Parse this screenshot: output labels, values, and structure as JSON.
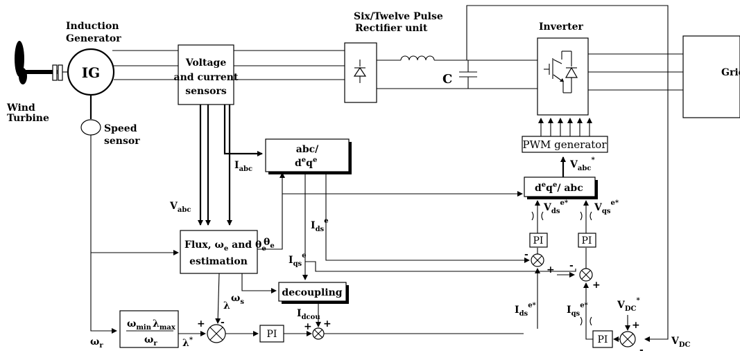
{
  "diagram": {
    "generator": {
      "label": "IG",
      "title_line1": "Induction",
      "title_line2": "Generator"
    },
    "turbine": {
      "line1": "Wind",
      "line2": "Turbine"
    },
    "speed_sensor": {
      "line1": "Speed",
      "line2": "sensor"
    },
    "sensors": {
      "line1": "Voltage",
      "line2": "and current",
      "line3": "sensors"
    },
    "rectifier": {
      "line1": "Six/Twelve Pulse",
      "line2": "Rectifier unit"
    },
    "capacitor": {
      "label": "C"
    },
    "inverter": {
      "label": "Inverter"
    },
    "grid": {
      "label": "Grid"
    },
    "pwm": {
      "label": "PWM generator"
    },
    "abc_dq": {
      "line1": "abc/",
      "line2": "d",
      "sup1": "e",
      "mid": "q",
      "sup2": "e"
    },
    "dq_abc": {
      "d": "d",
      "sup1": "e",
      "q": "q",
      "sup2": "e",
      "rest": "/ abc"
    },
    "flux": {
      "line1_a": "Flux, ω",
      "line1_sub": "e",
      "line1_b": " and θ",
      "line1_sub2": "e",
      "line2": "estimation"
    },
    "decoupling": {
      "label": "decoupling"
    },
    "pi": {
      "label": "PI"
    },
    "func": {
      "num_a": "ω",
      "num_a_sub": "min",
      "num_b": "λ",
      "num_b_sub": "max",
      "den": "ω",
      "den_sub": "r"
    },
    "signals": {
      "iabc": "I",
      "iabc_sub": "abc",
      "vabc": "V",
      "vabc_sub": "abc",
      "theta": "θ",
      "theta_sub": "e",
      "ids": "I",
      "ids_sub": "ds",
      "ids_sup": "e",
      "iqs": "I",
      "iqs_sub": "qs",
      "iqs_sup": "e",
      "omega_s": "ω",
      "omega_s_sub": "s",
      "lambda": "λ",
      "lambda_star": "λ",
      "lambda_star_sup": "*",
      "omega_r": "ω",
      "omega_r_sub": "r",
      "idcou": "I",
      "idcou_sub": "dcou",
      "vabc_star": "V",
      "vabc_star_sub": "abc",
      "vabc_star_sup": "*",
      "vds_star": "V",
      "vds_star_sub": "ds",
      "vds_star_sup": "e*",
      "vqs_star": "V",
      "vqs_star_sub": "qs",
      "vqs_star_sup": "e*",
      "ids_star": "I",
      "ids_star_sub": "ds",
      "ids_star_sup": "e*",
      "iqs_star": "I",
      "iqs_star_sub": "qs",
      "iqs_star_sup": "e*",
      "vdc_star": "V",
      "vdc_star_sub": "DC",
      "vdc_star_sup": "*",
      "vdc": "V",
      "vdc_sub": "DC",
      "plus": "+",
      "minus": "-"
    }
  }
}
